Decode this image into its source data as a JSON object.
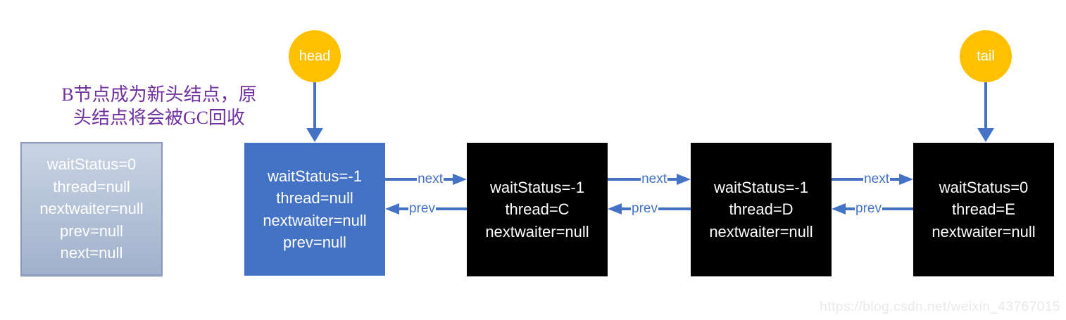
{
  "annotation": {
    "line1": "B节点成为新头结点，原",
    "line2": "头结点将会被GC回收"
  },
  "pointers": {
    "head_label": "head",
    "tail_label": "tail"
  },
  "arrows": {
    "next_label": "next",
    "prev_label": "prev"
  },
  "nodes": {
    "original_head": {
      "lines": [
        "waitStatus=0",
        "thread=null",
        "nextwaiter=null",
        "prev=null",
        "next=null"
      ]
    },
    "new_head": {
      "lines": [
        "waitStatus=-1",
        "thread=null",
        "nextwaiter=null",
        "prev=null"
      ]
    },
    "node_c": {
      "lines": [
        "waitStatus=-1",
        "thread=C",
        "nextwaiter=null"
      ]
    },
    "node_d": {
      "lines": [
        "waitStatus=-1",
        "thread=D",
        "nextwaiter=null"
      ]
    },
    "node_e": {
      "lines": [
        "waitStatus=0",
        "thread=E",
        "nextwaiter=null"
      ]
    }
  },
  "watermark": {
    "text": "https://blog.csdn.net/weixin_43767015"
  },
  "colors": {
    "accent": "#4472C4",
    "badge": "#FFC000",
    "purple": "#7030A0",
    "node-black": "#000000",
    "gray-top": "#C9D3E3",
    "gray-bottom": "#A1B1CC",
    "gray-border": "#8799BC",
    "watermark": "#E9E9E9"
  }
}
